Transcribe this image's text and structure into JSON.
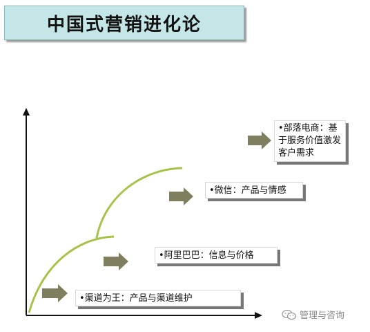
{
  "title": "中国式营销进化论",
  "stages": [
    {
      "text": "•渠道为王：产品与渠道维护"
    },
    {
      "text": "•阿里巴巴：信息与价格"
    },
    {
      "text": "•微信：产品与情感"
    },
    {
      "text": "•部落电商：基于服务价值激发客户需求"
    }
  ],
  "watermark": {
    "text": "管理与咨询",
    "icon": "wechat-icon"
  },
  "colors": {
    "title_bg": "#c5e6e6",
    "curve": "#a6c24a",
    "arrow_fill": "#7f7f60",
    "axis": "#111111"
  }
}
